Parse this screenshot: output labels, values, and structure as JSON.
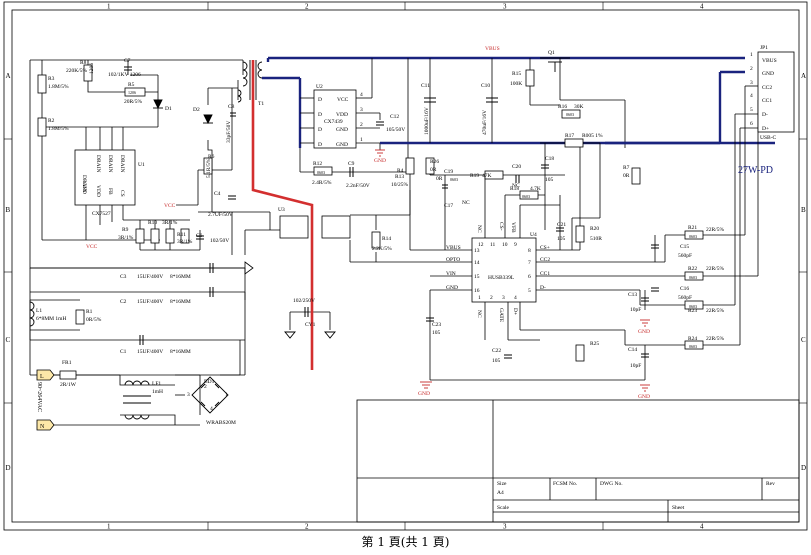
{
  "grid": {
    "columns": [
      "1",
      "2",
      "3",
      "4"
    ],
    "rows": [
      "A",
      "B",
      "C",
      "D"
    ]
  },
  "title": "27W-PD",
  "footer": "第 1 頁(共 1 頁)",
  "title_block": {
    "size_label": "Size",
    "size_value": "A4",
    "fcsm_label": "FCSM No.",
    "dwg_label": "DWG No.",
    "rev_label": "Rev",
    "scale_label": "Scale",
    "sheet_label": "Sheet"
  },
  "nets": {
    "vbus": "VBUS",
    "vcc": "VCC",
    "gnd": "GND",
    "nc": "NC",
    "line": "L",
    "neutral": "N",
    "input_voltage": "90~264VAC"
  },
  "components": {
    "jp1": {
      "ref": "JP1",
      "value": "USB-C",
      "pins": [
        "VBUS",
        "GND",
        "CC2",
        "CC1",
        "D-",
        "D+"
      ],
      "nums": [
        "1",
        "2",
        "3",
        "4",
        "5",
        "6"
      ]
    },
    "u1": {
      "ref": "U1",
      "value": "CX7527",
      "pins": [
        "DRAIN",
        "DRAIN",
        "DRAIN",
        "DRAIN",
        "GND",
        "VDD",
        "FB",
        "CS"
      ]
    },
    "u2": {
      "ref": "U2",
      "value": "CX7439",
      "pins": [
        "D",
        "D",
        "D",
        "D",
        "VCC",
        "VDD",
        "GND",
        "GND"
      ],
      "nums": [
        "4",
        "3",
        "2",
        "1"
      ]
    },
    "u3": {
      "ref": "U3"
    },
    "u4": {
      "ref": "U4",
      "value": "HUSB339L",
      "left_pins": [
        "VBUS",
        "OPTO",
        "VIN",
        "GND"
      ],
      "left_nums": [
        "13",
        "14",
        "15",
        "16"
      ],
      "right_pins": [
        "CS+",
        "CC2",
        "CC1",
        "D-"
      ],
      "right_nums": [
        "8",
        "7",
        "6",
        "5"
      ],
      "top_pins": [
        "NC",
        "CS-",
        "VFB"
      ],
      "top_nums": [
        "12",
        "11",
        "10",
        "9"
      ],
      "bottom_pins": [
        "NC",
        "GATE",
        "D+"
      ],
      "bottom_nums": [
        "1",
        "2",
        "3",
        "4"
      ]
    },
    "q1": {
      "ref": "Q1"
    },
    "t1": {
      "ref": "T1"
    },
    "l1": {
      "ref": "L1",
      "value": "6*8MM 1mH"
    },
    "lf1": {
      "ref": "LF1",
      "value": "1mH"
    },
    "fr1": {
      "ref": "FR1",
      "value": "2R/1W"
    },
    "bd1": {
      "ref": "BD1",
      "value": "WRABS20M",
      "pins": [
        "1",
        "2",
        "3",
        "4"
      ]
    },
    "cy1": {
      "ref": "CY1",
      "value": "102/250V"
    },
    "c1": {
      "ref": "C1",
      "value": "15UF/400V",
      "size": "8*16MM"
    },
    "c2": {
      "ref": "C2",
      "value": "15UF/400V",
      "size": "8*16MM"
    },
    "c3": {
      "ref": "C3",
      "value": "15UF/400V",
      "size": "8*16MM"
    },
    "c4": {
      "ref": "C4",
      "value": "2.7UF/50V"
    },
    "c6": {
      "ref": "C6",
      "value": "102/50V"
    },
    "c7": {
      "ref": "C7",
      "value": "102/1KV 1206"
    },
    "c8": {
      "ref": "C8",
      "value": "33pF/50V"
    },
    "c9": {
      "ref": "C9",
      "value": "2.2nF/50V"
    },
    "c10": {
      "ref": "C10",
      "value": "470uF/16V"
    },
    "c11": {
      "ref": "C11",
      "value": "1000uF/16V"
    },
    "c12": {
      "ref": "C12",
      "value": "105/50V"
    },
    "c13": {
      "ref": "C13",
      "value": "10pF"
    },
    "c14": {
      "ref": "C14",
      "value": "10pF"
    },
    "c15": {
      "ref": "C15",
      "value": "560pF"
    },
    "c16": {
      "ref": "C16",
      "value": "560pF"
    },
    "c17": {
      "ref": "C17"
    },
    "c18": {
      "ref": "C18",
      "value": "105"
    },
    "c19": {
      "ref": "C19",
      "value": "0603"
    },
    "c20": {
      "ref": "C20",
      "value": "NC"
    },
    "c21": {
      "ref": "C21",
      "value": "105"
    },
    "c22": {
      "ref": "C22",
      "value": "105"
    },
    "c23": {
      "ref": "C23",
      "value": "105"
    },
    "d1": {
      "ref": "D1"
    },
    "d2": {
      "ref": "D2"
    },
    "a7": "A7",
    "r1": {
      "ref": "R1",
      "value": "0R/5%"
    },
    "r2": {
      "ref": "R2",
      "value": "1.8M/5%"
    },
    "r3": {
      "ref": "R3",
      "value": "1.8M/5%"
    },
    "r4": {
      "ref": "R4",
      "value": "0R"
    },
    "r5": {
      "ref": "R5",
      "value": "20R/5%",
      "pkg": "1206"
    },
    "r6": {
      "ref": "R6",
      "value": "5.1R/5%"
    },
    "r7": {
      "ref": "R7",
      "value": "0R"
    },
    "r8": {
      "ref": "R8",
      "value": "220K/5%",
      "pkg": "1206"
    },
    "r9": {
      "ref": "R9",
      "value": "3R/1%"
    },
    "r10": {
      "ref": "R10",
      "value": "3R/1%"
    },
    "r11": {
      "ref": "R11",
      "value": "3R/1%"
    },
    "r12": {
      "ref": "R12",
      "value": "2.4R/5%",
      "pkg": "0603"
    },
    "r13": {
      "ref": "R13",
      "value": "10/25%"
    },
    "r14": {
      "ref": "R14",
      "value": "2.2K/5%"
    },
    "r15": {
      "ref": "R15",
      "value": "100K"
    },
    "r16": {
      "ref": "R16",
      "value": "30K",
      "pkg": "0603"
    },
    "r17": {
      "ref": "R17",
      "value": "R005 1%"
    },
    "r18": {
      "ref": "R18",
      "value": "4.7K",
      "pkg": "0603"
    },
    "r19": {
      "ref": "R19",
      "value": "47K"
    },
    "r20": {
      "ref": "R20",
      "value": "510R"
    },
    "r21": {
      "ref": "R21",
      "value": "22R/5%",
      "pkg": "0603"
    },
    "r22": {
      "ref": "R22",
      "value": "22R/5%",
      "pkg": "0603"
    },
    "r23": {
      "ref": "R23",
      "value": "22R/5%",
      "pkg": "0603"
    },
    "r24": {
      "ref": "R24",
      "value": "22R/5%",
      "pkg": "0603"
    },
    "r25": {
      "ref": "R25"
    },
    "r26": {
      "ref": "R26",
      "value": "0R"
    }
  },
  "colors": {
    "wire": "#000000",
    "bold_wire": "#1a237e",
    "isolation": "#d32f2f",
    "net_label": "#c62828",
    "component": "#000000",
    "title": "#1a237e"
  }
}
